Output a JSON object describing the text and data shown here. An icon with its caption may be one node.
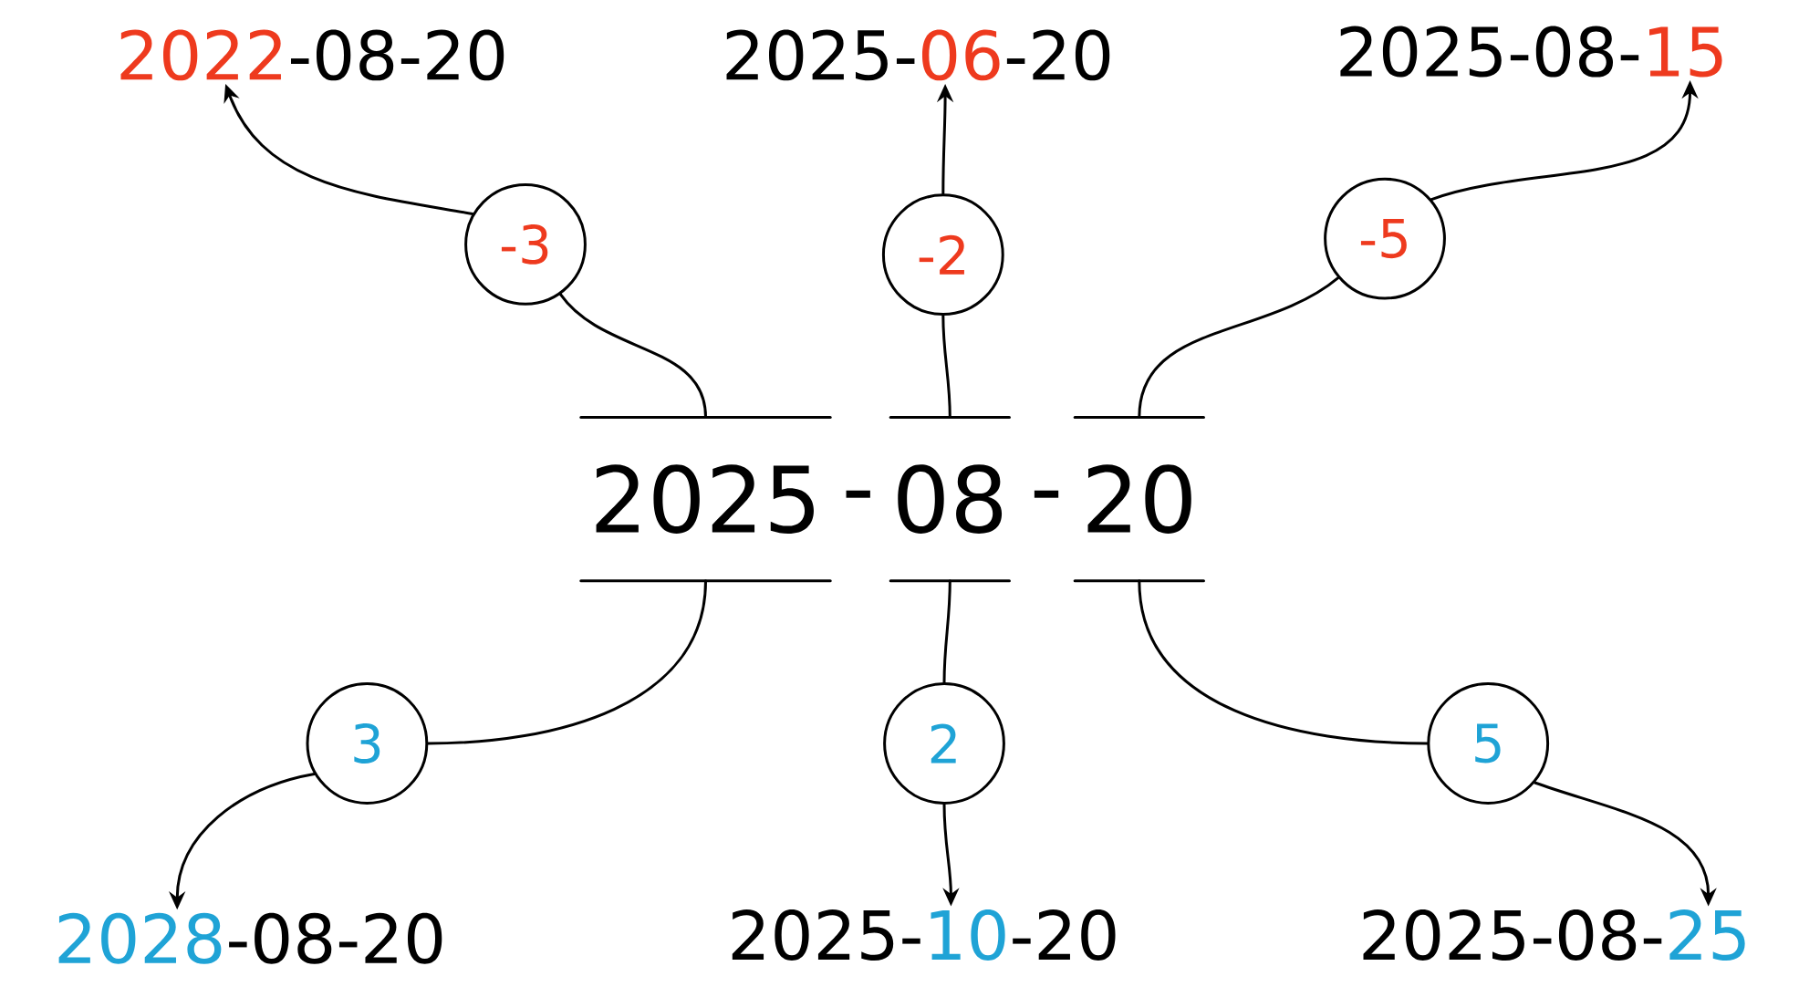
{
  "diagram": {
    "nodes": [
      {
        "text": [
          "2025"
        ]
      },
      {
        "text": [
          "08"
        ]
      },
      {
        "text": [
          "20"
        ]
      },
      {
        "text": [
          "-3"
        ]
      },
      {
        "text": [
          "-2"
        ]
      },
      {
        "text": [
          "-5"
        ]
      },
      {
        "text": [
          "3"
        ]
      },
      {
        "text": [
          "2"
        ]
      },
      {
        "text": [
          "5"
        ]
      },
      {
        "text": [
          "2022",
          "-08-20"
        ]
      },
      {
        "text": [
          "2025-",
          "06",
          "-20"
        ]
      },
      {
        "text": [
          "2025-08-",
          "15"
        ]
      },
      {
        "text": [
          "2028",
          "-08-20"
        ]
      },
      {
        "text": [
          "2025-",
          "10",
          "-20"
        ]
      },
      {
        "text": [
          "2025-08-",
          "25"
        ]
      }
    ],
    "edges": [
      {
        "from": 0,
        "to": 3,
        "arrow": "none"
      },
      {
        "from": 3,
        "to": 9,
        "arrow": "to"
      },
      {
        "from": 1,
        "to": 4,
        "arrow": "none"
      },
      {
        "from": 4,
        "to": 10,
        "arrow": "to"
      },
      {
        "from": 2,
        "to": 5,
        "arrow": "none"
      },
      {
        "from": 5,
        "to": 11,
        "arrow": "to"
      },
      {
        "from": 0,
        "to": 6,
        "arrow": "none"
      },
      {
        "from": 6,
        "to": 12,
        "arrow": "to"
      },
      {
        "from": 1,
        "to": 7,
        "arrow": "none"
      },
      {
        "from": 7,
        "to": 13,
        "arrow": "to"
      },
      {
        "from": 2,
        "to": 8,
        "arrow": "none"
      },
      {
        "from": 8,
        "to": 14,
        "arrow": "to"
      }
    ],
    "labels": [
      "-",
      "-"
    ]
  }
}
